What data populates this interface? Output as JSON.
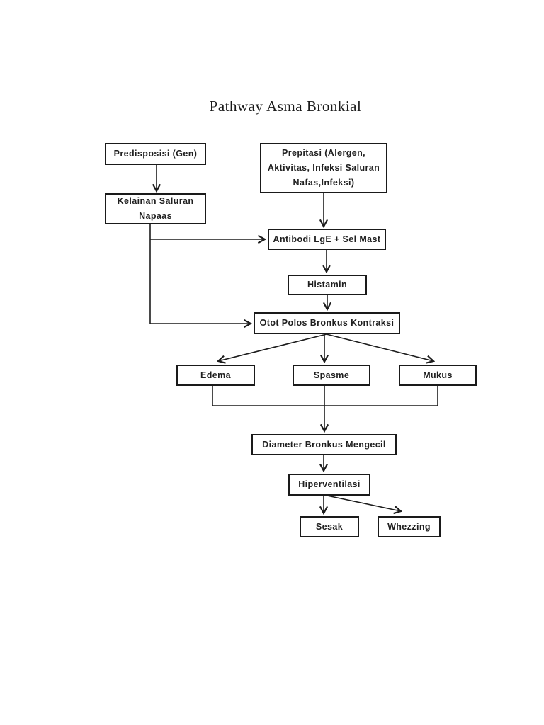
{
  "title": "Pathway Asma Bronkial",
  "colors": {
    "background": "#ffffff",
    "line": "#1c1c1c",
    "text": "#1f1f1f"
  },
  "nodes": {
    "predisposisi": {
      "label": "Predisposisi (Gen)"
    },
    "prepitasi": {
      "line1": "Prepitasi (Alergen,",
      "line2": "Aktivitas, Infeksi Saluran",
      "line3": "Nafas,Infeksi)"
    },
    "kelainan": {
      "line1": "Kelainan Saluran",
      "line2": "Napaas"
    },
    "antibodi": {
      "label": "Antibodi LgE + Sel Mast"
    },
    "histamin": {
      "label": "Histamin"
    },
    "otot": {
      "label": "Otot Polos Bronkus Kontraksi"
    },
    "edema": {
      "label": "Edema"
    },
    "spasme": {
      "label": "Spasme"
    },
    "mukus": {
      "label": "Mukus"
    },
    "diameter": {
      "label": "Diameter Bronkus Mengecil"
    },
    "hiperventilasi": {
      "label": "Hiperventilasi"
    },
    "sesak": {
      "label": "Sesak"
    },
    "whezzing": {
      "label": "Whezzing"
    }
  },
  "edges": [
    {
      "from": "predisposisi",
      "to": "kelainan"
    },
    {
      "from": "prepitasi",
      "to": "antibodi"
    },
    {
      "from": "kelainan",
      "to": "antibodi"
    },
    {
      "from": "kelainan",
      "to": "otot"
    },
    {
      "from": "antibodi",
      "to": "histamin"
    },
    {
      "from": "histamin",
      "to": "otot"
    },
    {
      "from": "otot",
      "to": "edema"
    },
    {
      "from": "otot",
      "to": "spasme"
    },
    {
      "from": "otot",
      "to": "mukus"
    },
    {
      "from": "edema",
      "to": "diameter"
    },
    {
      "from": "spasme",
      "to": "diameter"
    },
    {
      "from": "mukus",
      "to": "diameter"
    },
    {
      "from": "diameter",
      "to": "hiperventilasi"
    },
    {
      "from": "hiperventilasi",
      "to": "sesak"
    },
    {
      "from": "hiperventilasi",
      "to": "whezzing"
    }
  ]
}
